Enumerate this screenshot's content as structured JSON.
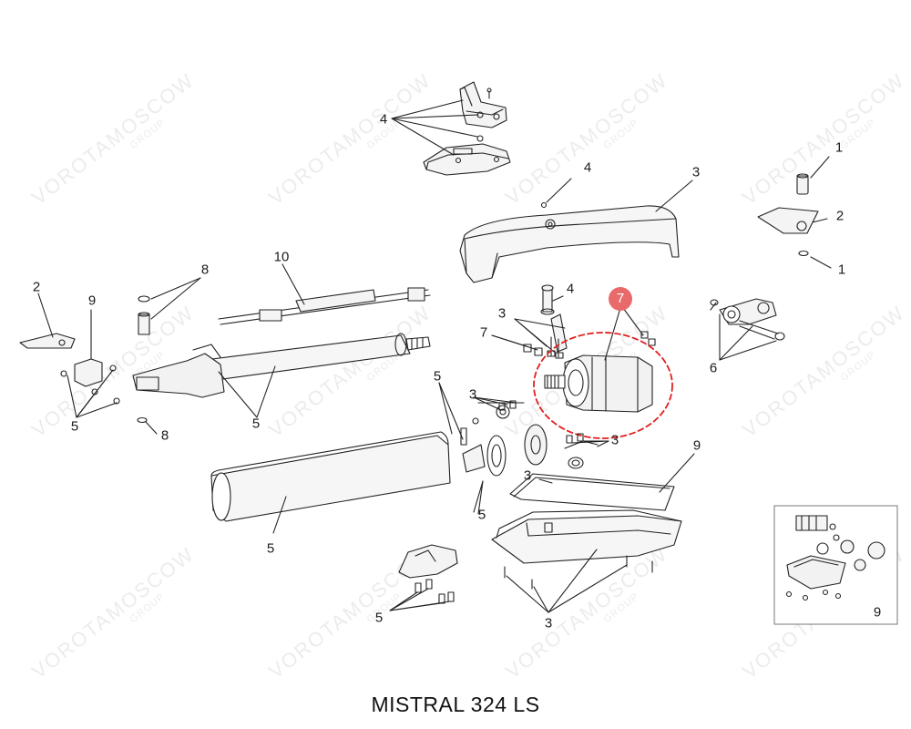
{
  "title": "MISTRAL 324 LS",
  "watermark": {
    "text": "VOROTAMOSCOW",
    "subtext": "GROUP"
  },
  "colors": {
    "highlight": "#e02020",
    "badge": "#e96a6a",
    "line": "#222222",
    "watermark": "#ececec"
  },
  "labels": {
    "top_cap": "4",
    "screw_top": "4",
    "cover": "3",
    "pin_right_top": "1",
    "bracket_right": "2",
    "washer_right": "1",
    "stud": "4",
    "screws_3": "3",
    "screws_7": "7",
    "motor_badge": "7",
    "fork": "6",
    "bracket_left": "2",
    "end_cap_left": "9",
    "washer_8_top": "8",
    "worm_screw": "10",
    "tube": "5",
    "screws_5_left": "5",
    "washer_8_bottom": "8",
    "gears_5": "5",
    "gears_3": "3",
    "motor_screws_3": "3",
    "gasket_9": "9",
    "gasket_3": "3",
    "gears_5_bottom": "5",
    "profile_5": "5",
    "cap_5_bottom": "5",
    "base_3": "3",
    "electronics_9": "9"
  }
}
